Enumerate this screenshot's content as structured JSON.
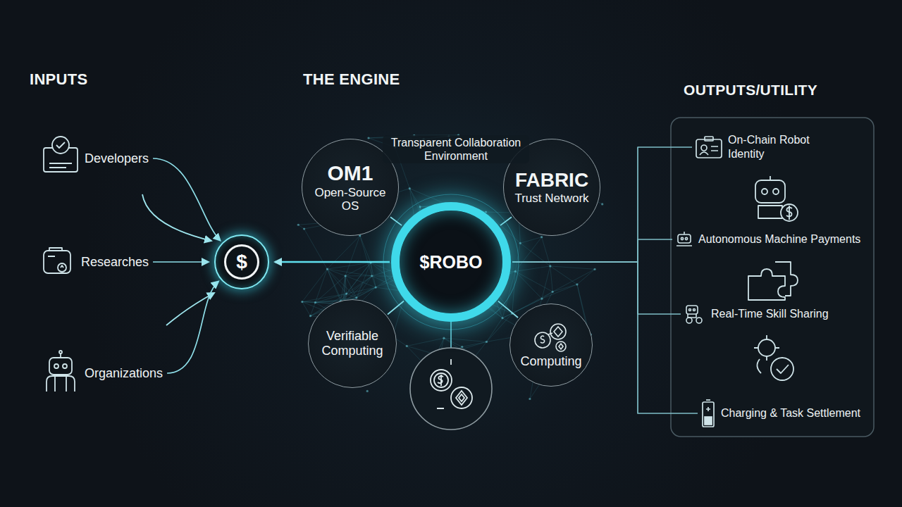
{
  "diagram": {
    "nodes": [
      {
        "text": [
          "Developers"
        ]
      },
      {
        "text": [
          "Researches"
        ]
      },
      {
        "text": [
          "Organizations"
        ]
      },
      {
        "text": [
          "$"
        ]
      },
      {
        "text": [
          "$ROBO"
        ]
      },
      {
        "text": [
          "OM1",
          "Open-Source OS"
        ]
      },
      {
        "text": [
          "FABRIC",
          "Trust Network"
        ]
      },
      {
        "text": [
          "Verifiable Computing"
        ]
      },
      {
        "text": [
          "Computing"
        ]
      },
      {
        "text": [
          "On-Chain Robot Identity"
        ]
      },
      {
        "text": [
          "Autonomous Machine Payments"
        ]
      },
      {
        "text": [
          "Real-Time Skill Sharing"
        ]
      },
      {
        "text": [
          "Charging & Task Settlement"
        ]
      }
    ],
    "edges": [
      {
        "from": 0,
        "to": 3,
        "arrow": "to"
      },
      {
        "from": 1,
        "to": 3,
        "arrow": "to"
      },
      {
        "from": 2,
        "to": 3,
        "arrow": "to"
      },
      {
        "from": 4,
        "to": 3,
        "arrow": "to"
      },
      {
        "from": 4,
        "to": 5,
        "arrow": "none"
      },
      {
        "from": 4,
        "to": 6,
        "arrow": "none"
      },
      {
        "from": 4,
        "to": 7,
        "arrow": "none"
      },
      {
        "from": 4,
        "to": 8,
        "arrow": "none"
      },
      {
        "from": 4,
        "to": 9,
        "arrow": "none"
      },
      {
        "from": 4,
        "to": 10,
        "arrow": "none"
      },
      {
        "from": 4,
        "to": 11,
        "arrow": "none"
      },
      {
        "from": 4,
        "to": 12,
        "arrow": "none"
      }
    ],
    "labels": [
      "INPUTS",
      "THE ENGINE",
      "OUTPUTS/UTILITY",
      "Transparent Collaboration Environment"
    ]
  }
}
